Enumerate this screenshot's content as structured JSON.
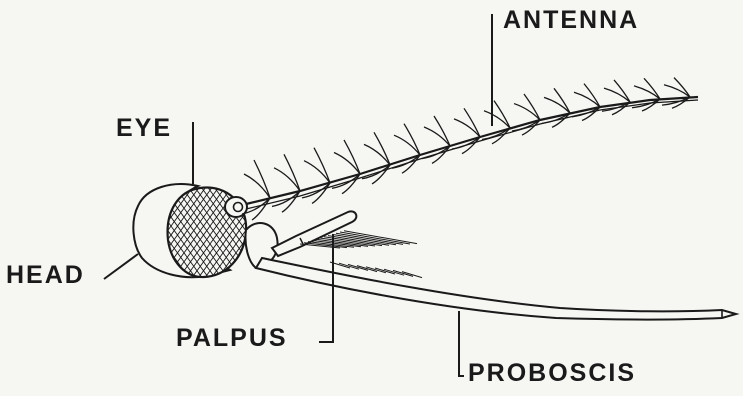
{
  "diagram": {
    "labels": {
      "antenna": "ANTENNA",
      "eye": "EYE",
      "head": "HEAD",
      "palpus": "PALPUS",
      "proboscis": "PROBOSCIS"
    },
    "colors": {
      "ink": "#1a1a1a",
      "paper": "#f6f6f3"
    }
  }
}
